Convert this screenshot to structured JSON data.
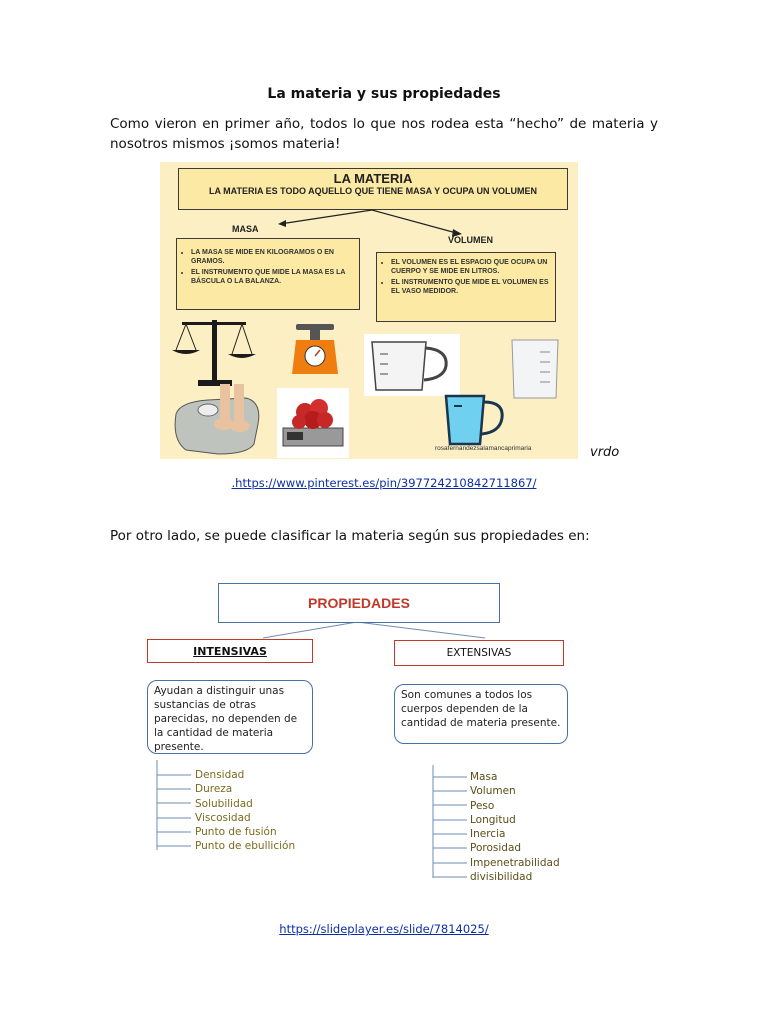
{
  "document": {
    "title": "La materia y sus propiedades",
    "intro": "Como vieron en primer año, todos lo que nos rodea esta “hecho” de materia y nosotros mismos ¡somos materia!",
    "fragment": "vrdo",
    "link1": ".https://www.pinterest.es/pin/397724210842711867/",
    "para2": "Por otro lado, se puede clasificar la materia según sus propiedades en:",
    "link2": "https://slideplayer.es/slide/7814025/"
  },
  "infographic1": {
    "heading": "LA MATERIA",
    "definition": "LA MATERIA ES TODO AQUELLO QUE TIENE MASA Y OCUPA UN VOLUMEN",
    "masa_label": "MASA",
    "volumen_label": "VOLUMEN",
    "masa_items": [
      "LA MASA SE MIDE EN KILOGRAMOS O EN GRAMOS.",
      "EL INSTRUMENTO QUE MIDE LA MASA ES LA BÁSCULA O LA BALANZA."
    ],
    "volumen_items": [
      "EL VOLUMEN ES EL ESPACIO QUE OCUPA UN CUERPO Y SE MIDE EN LITROS.",
      "EL INSTRUMENTO QUE MIDE EL VOLUMEN ES EL VASO MEDIDOR."
    ],
    "credit": "rosafernandezsalamancaprimaria"
  },
  "infographic2": {
    "heading": "PROPIEDADES",
    "intensivas_label": "INTENSIVAS",
    "extensivas_label": "EXTENSIVAS",
    "intensivas_desc": "Ayudan a distinguir unas sustancias de otras parecidas, no dependen de la cantidad de materia presente.",
    "extensivas_desc": "Son comunes a todos los cuerpos dependen de la cantidad de materia presente.",
    "intensivas_items": [
      "Densidad",
      "Dureza",
      "Solubilidad",
      "Viscosidad",
      "Punto de fusión",
      "Punto de ebullición"
    ],
    "extensivas_items": [
      "Masa",
      "Volumen",
      "Peso",
      "Longitud",
      "Inercia",
      "Porosidad",
      "Impenetrabilidad",
      "divisibilidad"
    ]
  }
}
